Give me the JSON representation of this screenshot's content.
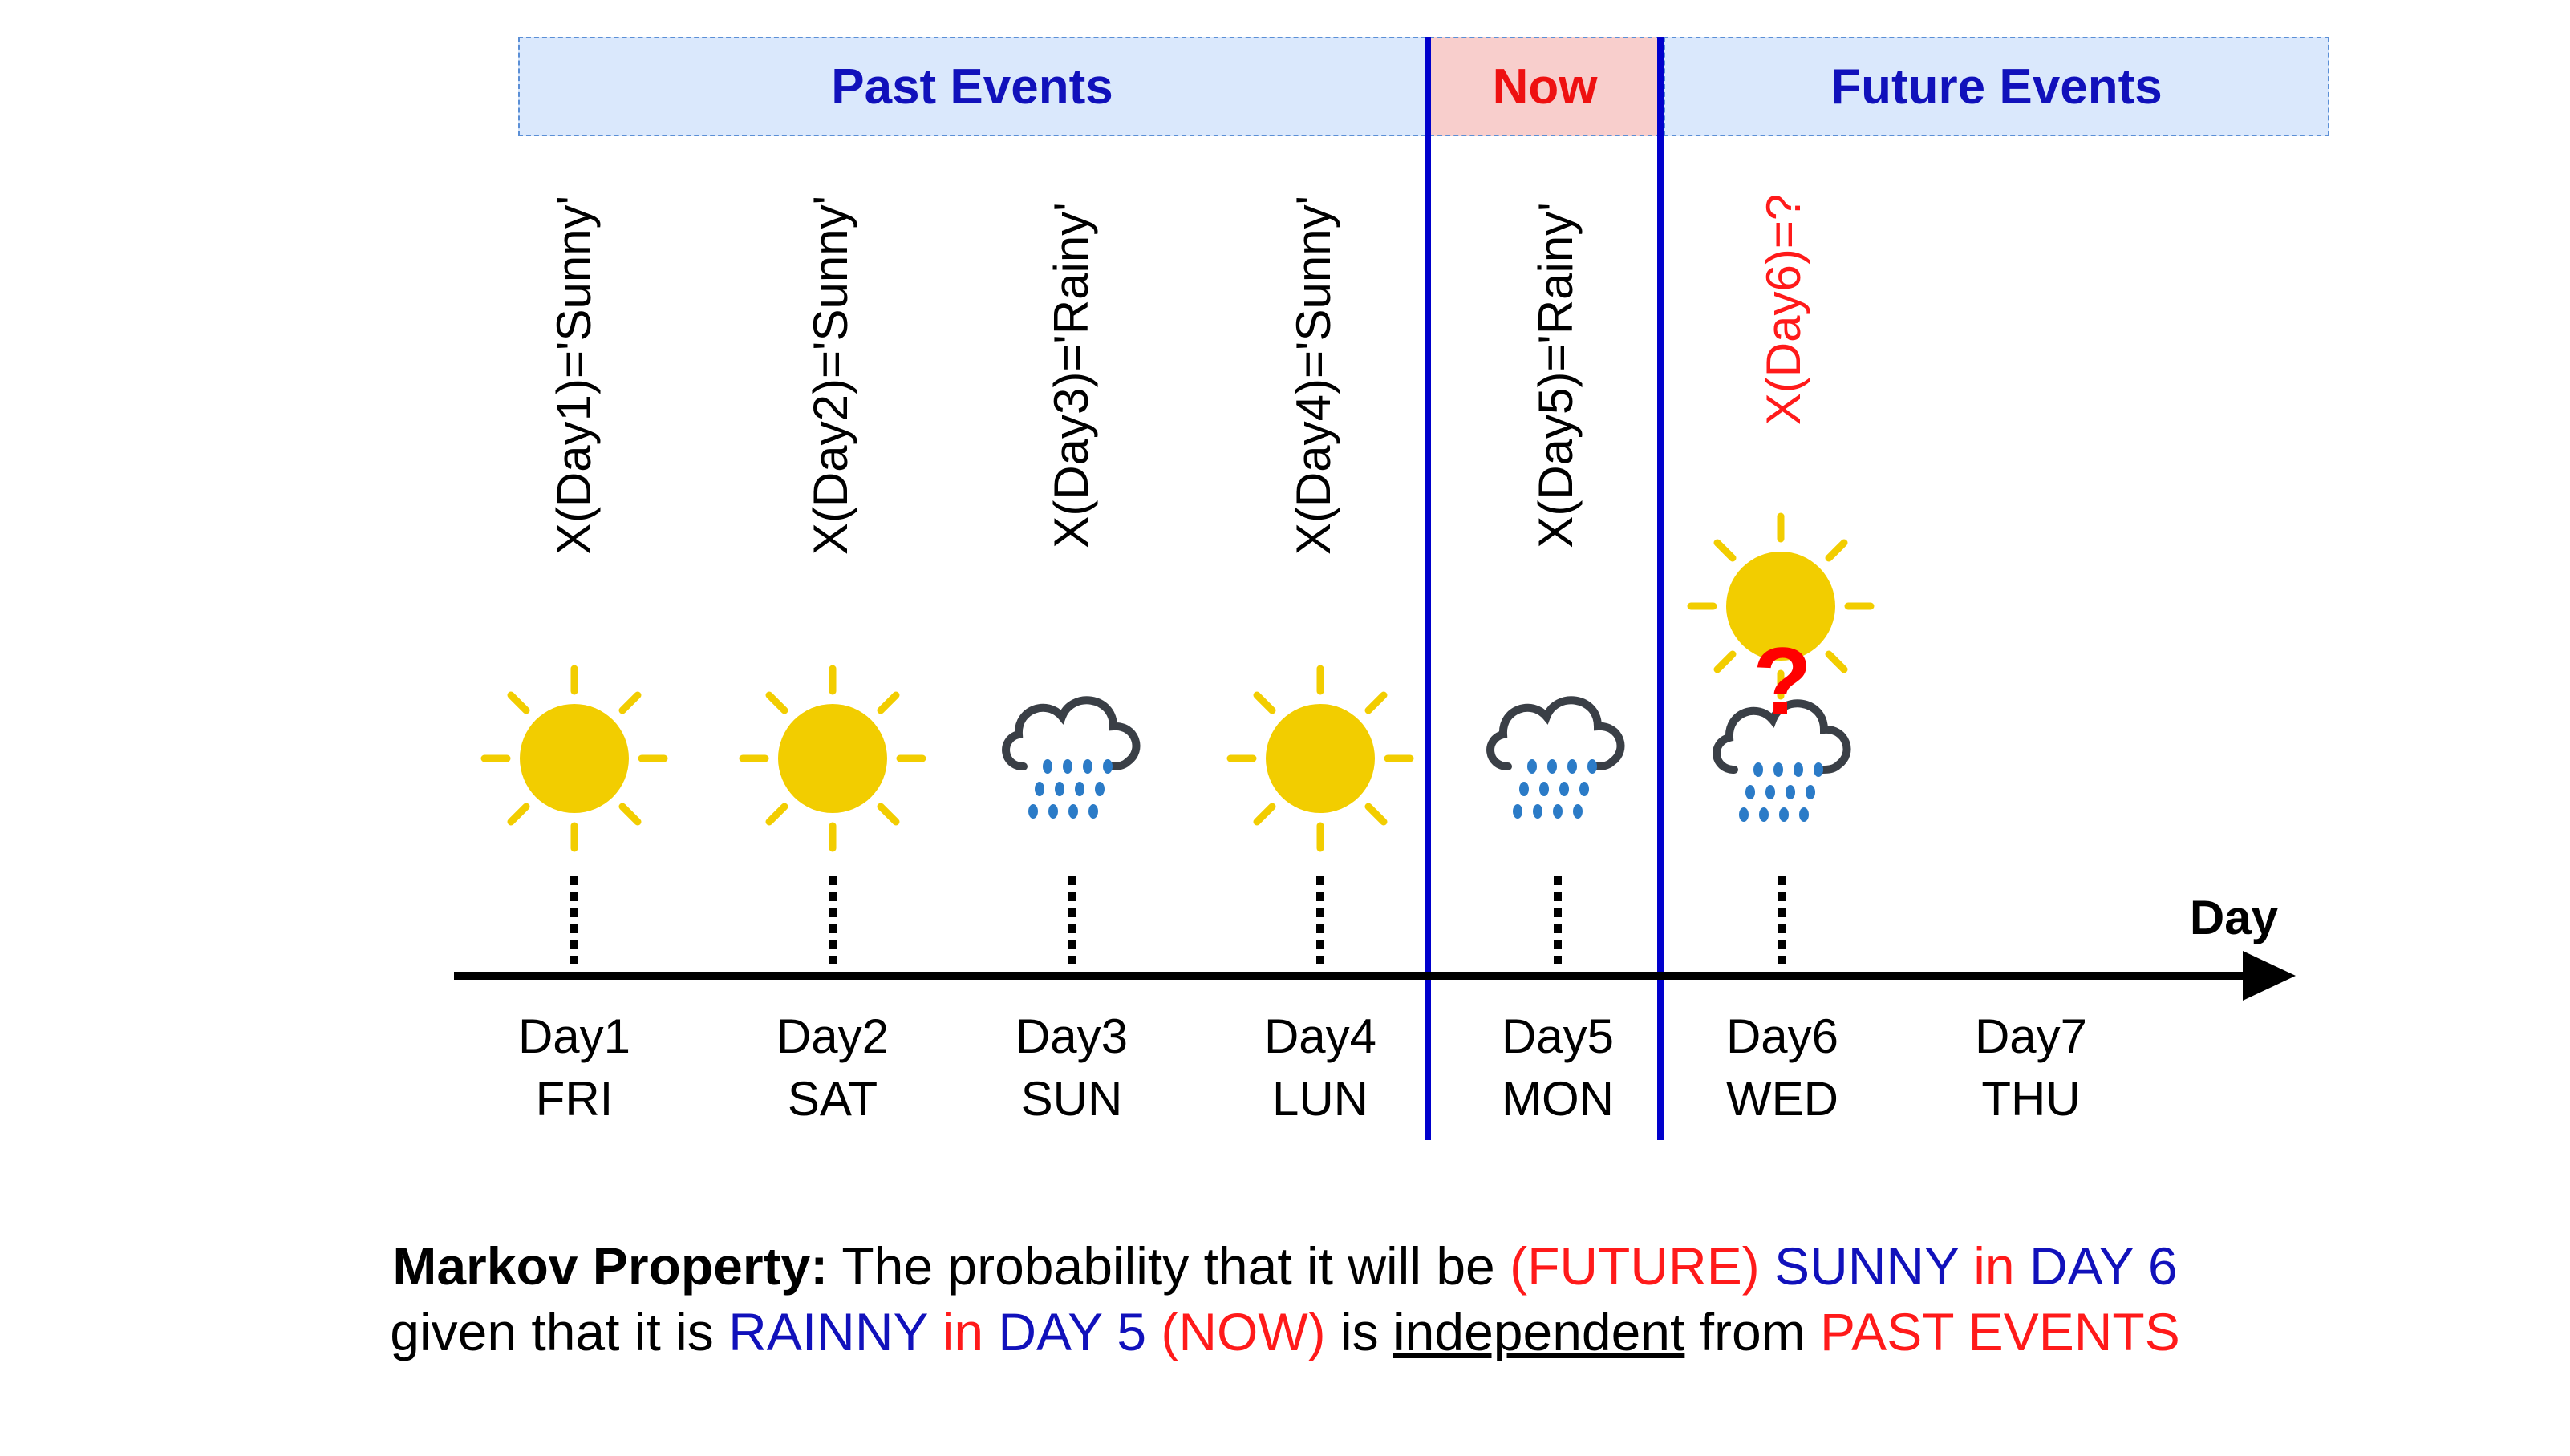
{
  "periods": {
    "past": "Past Events",
    "now": "Now",
    "future": "Future Events"
  },
  "days": [
    {
      "label": "X(Day1)='Sunny'",
      "weather": "sun-icon",
      "day": "Day1",
      "weekday": "FRI"
    },
    {
      "label": "X(Day2)='Sunny'",
      "weather": "sun-icon",
      "day": "Day2",
      "weekday": "SAT"
    },
    {
      "label": "X(Day3)='Rainy'",
      "weather": "rain-cloud-icon",
      "day": "Day3",
      "weekday": "SUN"
    },
    {
      "label": "X(Day4)='Sunny'",
      "weather": "sun-icon",
      "day": "Day4",
      "weekday": "LUN"
    },
    {
      "label": "X(Day5)='Rainy'",
      "weather": "rain-cloud-icon",
      "day": "Day5",
      "weekday": "MON"
    },
    {
      "label": "X(Day6)=?",
      "weather": "sun-or-rain-icon",
      "day": "Day6",
      "weekday": "WED"
    },
    {
      "label": "",
      "weather": "",
      "day": "Day7",
      "weekday": "THU"
    }
  ],
  "axis": {
    "title": "Day"
  },
  "unknown_mark": "?",
  "caption": {
    "line1": {
      "bold": "Markov Property:",
      "t1": " The probability that it will be ",
      "future": "(FUTURE)",
      "sp1": " ",
      "sunny": "SUNNY",
      "in1": " in ",
      "day6": "DAY 6"
    },
    "line2": {
      "t1": "given that it is ",
      "rainny": "RAINNY",
      "in2": " in ",
      "day5": "DAY 5",
      "sp2": " ",
      "now": "(NOW)",
      "is": " is ",
      "independent": "independent",
      "from": " from ",
      "past": "PAST EVENTS"
    }
  },
  "colors": {
    "sun": "#f2cd00",
    "cloud_stroke": "#3a3f46",
    "rain": "#2b7bc7",
    "divider": "#0000cc",
    "emphasis_red": "#ff1a1a",
    "emphasis_blue": "#1111bb"
  }
}
